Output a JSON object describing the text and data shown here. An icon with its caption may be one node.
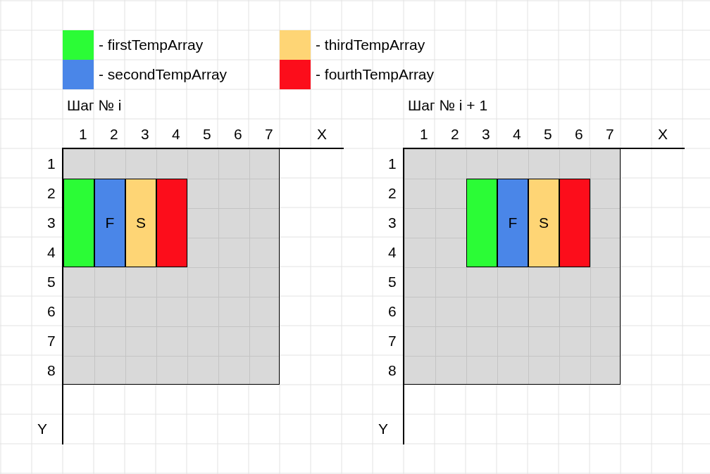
{
  "diagram": {
    "nodes": [
      {
        "text": [],
        "shape": "box"
      },
      {
        "text": [],
        "shape": "bar",
        "in": 0
      },
      {
        "text": [
          "F"
        ],
        "in": 0
      },
      {
        "text": [
          "S"
        ],
        "in": 0
      },
      {
        "text": [],
        "shape": "bar",
        "in": 0
      },
      {
        "text": [],
        "shape": "box"
      },
      {
        "text": [],
        "shape": "bar",
        "in": 5
      },
      {
        "text": [
          "F"
        ],
        "in": 5
      },
      {
        "text": [
          "S"
        ],
        "in": 5
      },
      {
        "text": [],
        "shape": "bar",
        "in": 5
      }
    ],
    "edges": [],
    "labels": [
      "Шаг № i",
      "Шаг № i + 1",
      "1",
      "2",
      "3",
      "4",
      "5",
      "6",
      "7",
      "X",
      "1",
      "2",
      "3",
      "4",
      "5",
      "6",
      "7",
      "X",
      "1",
      "1",
      "2",
      "2",
      "3",
      "3",
      "4",
      "4",
      "5",
      "5",
      "6",
      "6",
      "7",
      "7",
      "8",
      "8",
      "Y",
      "Y"
    ],
    "legend": [
      {
        "text": "- firstTempArray",
        "color": "#2bfc36"
      },
      {
        "text": "- thirdTempArray",
        "color": "#fed575"
      },
      {
        "text": "- secondTempArray",
        "color": "#4a86e8"
      },
      {
        "text": "- fourthTempArray",
        "color": "#fc0d1b"
      }
    ]
  }
}
